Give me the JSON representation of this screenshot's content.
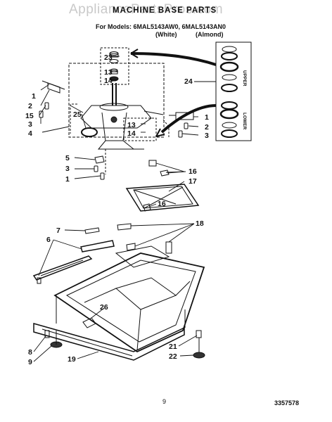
{
  "watermark": "AppliancePartsPros.com",
  "header": {
    "title": "MACHINE BASE PARTS",
    "models": "For Models: 6MAL5143AW0,  6MAL5143AN0",
    "color_white": "(White)",
    "color_almond": "(Almond)"
  },
  "callouts": {
    "p1": "1",
    "p2": "2",
    "p3": "3",
    "p4": "4",
    "p5": "5",
    "p6": "6",
    "p7": "7",
    "p8": "8",
    "p9": "9",
    "p13": "13",
    "p14": "14",
    "p15": "15",
    "p16": "16",
    "p17": "17",
    "p18": "18",
    "p19": "19",
    "p21": "21",
    "p22": "22",
    "p23": "23",
    "p24": "24",
    "p25": "25",
    "p26": "26"
  },
  "side_labels": {
    "upper": "UPPER",
    "lower": "LOWER"
  },
  "footer": {
    "page_number": "9",
    "doc_number": "3357578"
  }
}
